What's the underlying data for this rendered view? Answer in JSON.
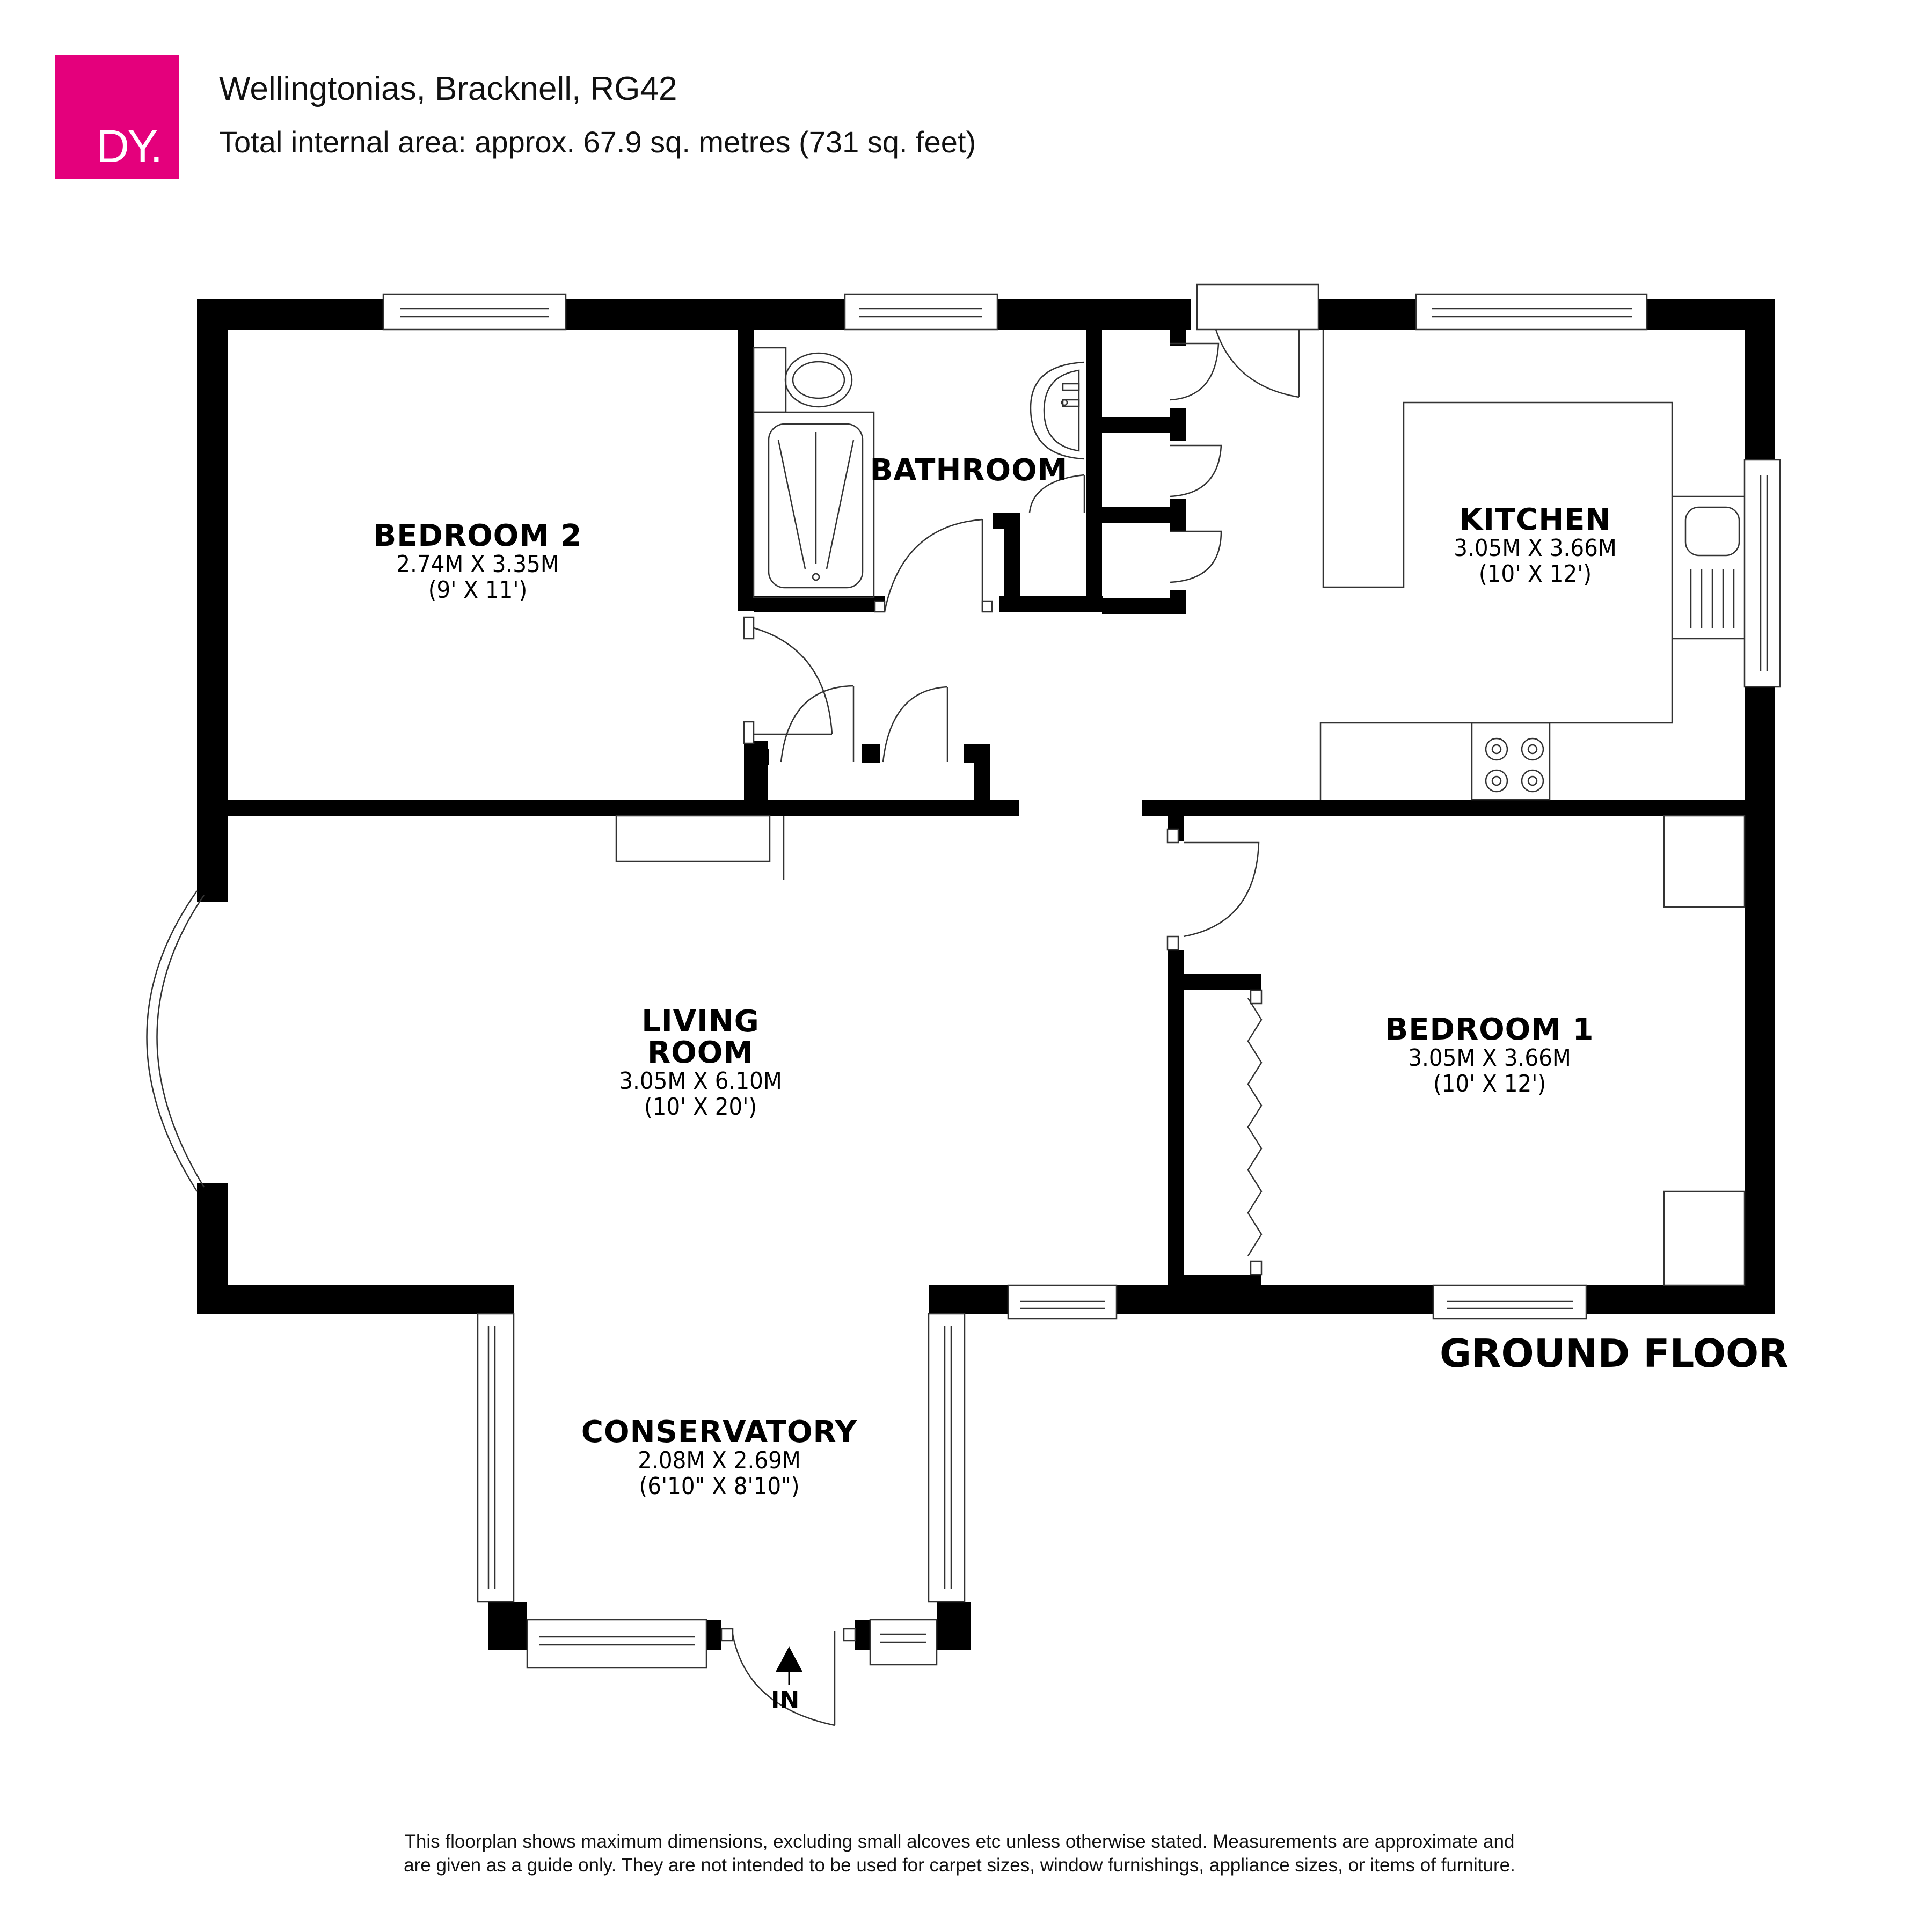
{
  "header": {
    "logo_text": "DY.",
    "logo_color": "#e4007c",
    "title": "Wellingtonias, Bracknell, RG42",
    "subtitle": "Total internal area: approx. 67.9 sq. metres (731 sq. feet)"
  },
  "floor": {
    "label": "GROUND FLOOR",
    "entrance_label": "IN"
  },
  "rooms": {
    "bedroom2": {
      "name": "BEDROOM 2",
      "metric": "2.74M X 3.35M",
      "imperial": "(9' X 11')"
    },
    "bathroom": {
      "name": "BATHROOM"
    },
    "kitchen": {
      "name": "KITCHEN",
      "metric": "3.05M X 3.66M",
      "imperial": "(10' X 12')"
    },
    "living": {
      "name_line1": "LIVING",
      "name_line2": "ROOM",
      "metric": "3.05M X 6.10M",
      "imperial": "(10' X 20')"
    },
    "bedroom1": {
      "name": "BEDROOM 1",
      "metric": "3.05M X 3.66M",
      "imperial": "(10' X 12')"
    },
    "conservatory": {
      "name": "CONSERVATORY",
      "metric": "2.08M X 2.69M",
      "imperial": "(6'10\" X 8'10\")"
    }
  },
  "footer": {
    "line1": "This floorplan shows maximum dimensions, excluding small alcoves etc unless otherwise stated. Measurements are approximate and",
    "line2": "are given as a guide only. They are not intended to be used for carpet sizes, window furnishings, appliance sizes, or items of furniture."
  },
  "colors": {
    "wall": "#000000",
    "line": "#333333",
    "background": "#ffffff",
    "brand": "#e4007c"
  }
}
